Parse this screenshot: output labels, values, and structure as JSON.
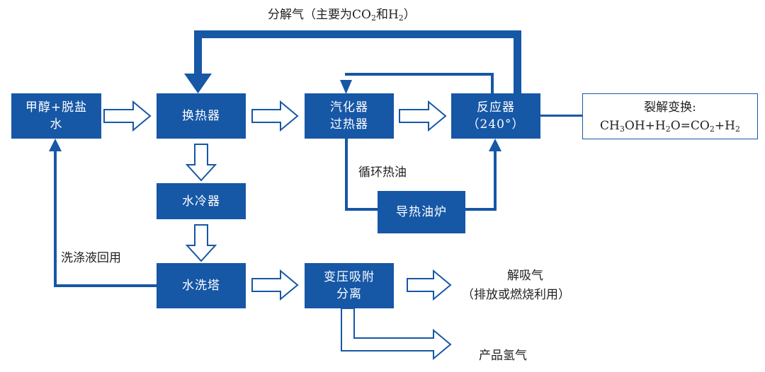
{
  "boxes": {
    "methanol_water": {
      "line1": "甲醇+脱盐",
      "line2": "水"
    },
    "heat_exchanger": "换热器",
    "vaporizer": {
      "line1": "汽化器",
      "line2": "过热器"
    },
    "reactor": {
      "line1": "反应器",
      "line2": "（240°）"
    },
    "water_cooler": "水冷器",
    "oil_furnace": "导热油炉",
    "wash_tower": "水洗塔",
    "psa": {
      "line1": "变压吸附",
      "line2": "分离"
    }
  },
  "labels": {
    "cracked_gas_prefix": "分解气（主要为CO",
    "cracked_gas_mid": "和H",
    "cracked_gas_suffix": "）",
    "circulating_oil": "循环热油",
    "wash_liquid": "洗涤液回用",
    "desorption_gas": "解吸气",
    "desorption_use": "（排放或燃烧利用）",
    "product_hydrogen": "产品氢气",
    "sub_2": "2"
  },
  "equation": {
    "title": "裂解变换:",
    "text_a": "CH",
    "text_b": "OH+H",
    "text_c": "O=CO",
    "text_d": "+H"
  },
  "colors": {
    "primary": "#1657a6",
    "text": "#222222",
    "background": "#ffffff"
  }
}
